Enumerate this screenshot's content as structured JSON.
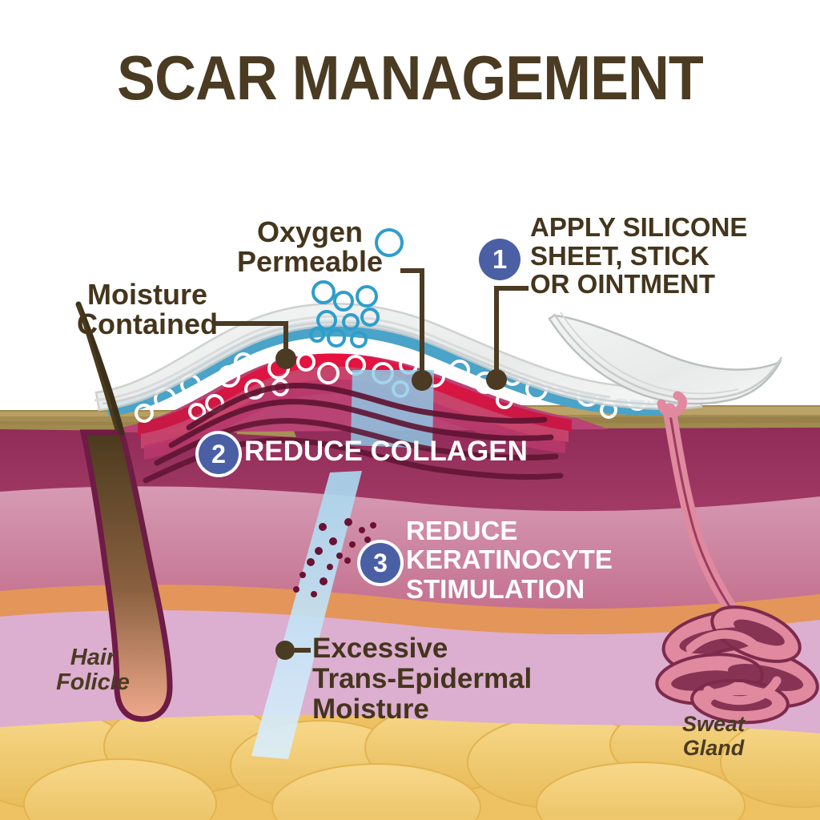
{
  "title": "SCAR MANAGEMENT",
  "colors": {
    "background": "#ffffff",
    "title_brown": "#4a3b22",
    "label_brown": "#44351c",
    "label_white": "#ffffff",
    "badge_blue": "#4a5fa4",
    "epidermis_tan": "#a88css",
    "dermis_dark_magenta": "#8e2a58",
    "dermis_pink": "#cf7f9e",
    "orange_band": "#e49558",
    "hypodermis_mauve": "#dcaed0",
    "fat_yellow": "#f0c868",
    "moisture_blue": "#4aa3c8",
    "scar_red": "#e0143c",
    "silicone_grey": "#e9eaea"
  },
  "labels": {
    "moisture_contained": "Moisture\nContained",
    "oxygen_permeable": "Oxygen\nPermeable",
    "step1": "APPLY SILICONE\nSHEET, STICK\nOR OINTMENT",
    "step2": "REDUCE COLLAGEN",
    "step3": "REDUCE\nKERATINOCYTE\nSTIMULATION",
    "excessive_tewl": "Excessive\nTrans-Epidermal\nMoisture",
    "hair_follicle": "Hair\nFolicle",
    "sweat_gland": "Sweat\nGland"
  },
  "badges": {
    "one": "1",
    "two": "2",
    "three": "3"
  },
  "diagram": {
    "type": "anatomical-cross-section",
    "subject": "skin cross-section with hypertrophic scar and silicone sheet treatment",
    "layers": [
      "epidermis",
      "dermis",
      "hypodermis",
      "subcutaneous fat"
    ],
    "features": [
      "raised scar",
      "silicone sheet",
      "oxygen bubbles",
      "moisture band",
      "collagen fibers",
      "hair follicle",
      "sweat gland",
      "trans-epidermal moisture stream",
      "keratinocytes"
    ]
  }
}
